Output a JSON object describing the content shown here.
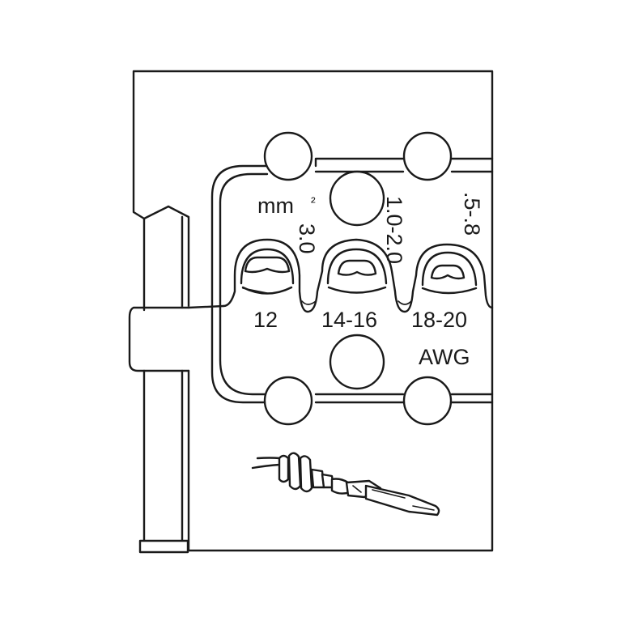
{
  "units": {
    "mm2_label": "mm",
    "mm2_superscript": "²",
    "awg_label": "AWG"
  },
  "dies": [
    {
      "mm2": "3.0",
      "awg": "12"
    },
    {
      "mm2": "1.0-2.0",
      "awg": "14-16"
    },
    {
      "mm2": ".5-.8",
      "awg": "18-20"
    }
  ],
  "colors": {
    "line": "#1a1a1a",
    "background": "#ffffff"
  },
  "icons": [
    "crimp-contact-pin-icon"
  ]
}
